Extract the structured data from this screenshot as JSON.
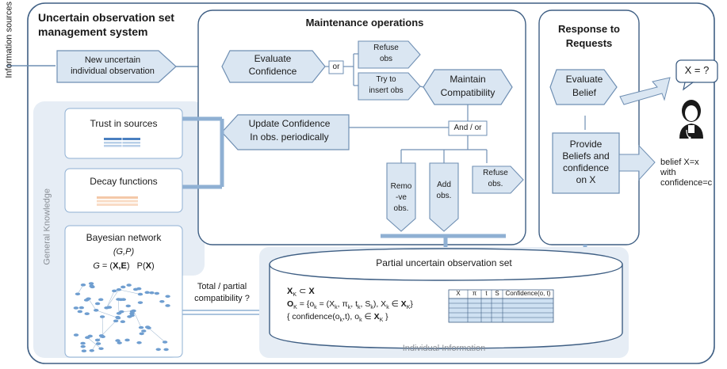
{
  "info_sources": "Information  sources",
  "system_title": "Uncertain observation set management system",
  "system_title_line1": "Uncertain observation set",
  "system_title_line2": "management system",
  "new_obs_line1": "New uncertain",
  "new_obs_line2": "individual observation",
  "maintenance_title": "Maintenance operations",
  "evaluate_conf_line1": "Evaluate",
  "evaluate_conf_line2": "Confidence",
  "or_label": "or",
  "refuse_obs_line1": "Refuse",
  "refuse_obs_line2": "obs",
  "try_insert_line1": "Try to",
  "try_insert_line2": "insert obs",
  "maintain_line1": "Maintain",
  "maintain_line2": "Compatibility",
  "update_conf_line1": "Update Confidence",
  "update_conf_line2": "In obs. periodically",
  "and_or": "And / or",
  "remove_line1": "Remo",
  "remove_line2": "-ve",
  "remove_line3": "obs.",
  "add_line1": "Add",
  "add_line2": "obs.",
  "refuse2_line1": "Refuse",
  "refuse2_line2": "obs.",
  "response_title_line1": "Response to",
  "response_title_line2": "Requests",
  "evaluate_belief_line1": "Evaluate",
  "evaluate_belief_line2": "Belief",
  "provide_line1": "Provide",
  "provide_line2": "Beliefs and",
  "provide_line3": "confidence",
  "provide_line4": "on X",
  "query": "X = ?",
  "belief_line1": "belief X=x",
  "belief_line2": "with",
  "belief_line3": "confidence=c",
  "general_knowledge": "General Knowledge",
  "trust_sources": "Trust in sources",
  "decay_functions": "Decay functions",
  "bn_title": "Bayesian network",
  "bn_gp": "(G,P)",
  "bn_g": "G",
  "bn_eq": " = (",
  "bn_xe": "X,E",
  "bn_close": ")",
  "bn_p": "P(",
  "bn_x": "X",
  "bn_pclose": ")",
  "compat_line1": "Total / partial",
  "compat_line2": "compatibility ?",
  "partial_set_title": "Partial uncertain observation set",
  "individual_info": "Individual Information",
  "formula_line1": "X_K ⊂ X",
  "formula_line2": "O_K = {o_k = (X_k, π_k, t_k, S_k), X_k ∈ X_K}",
  "formula_line3": "{ confidence(o_k,t), o_k ∈ X_K }",
  "table_headers": [
    "X",
    "π",
    "t",
    "S",
    "Confidence(o, t)"
  ],
  "colors": {
    "frame": "#3f5f84",
    "arrow_fill": "#dae6f2",
    "arrow_stroke": "#6f8fb3",
    "panel_fill": "#e6edf5",
    "connector": "#8fb0d3",
    "table_fill": "#cfe1f2"
  }
}
